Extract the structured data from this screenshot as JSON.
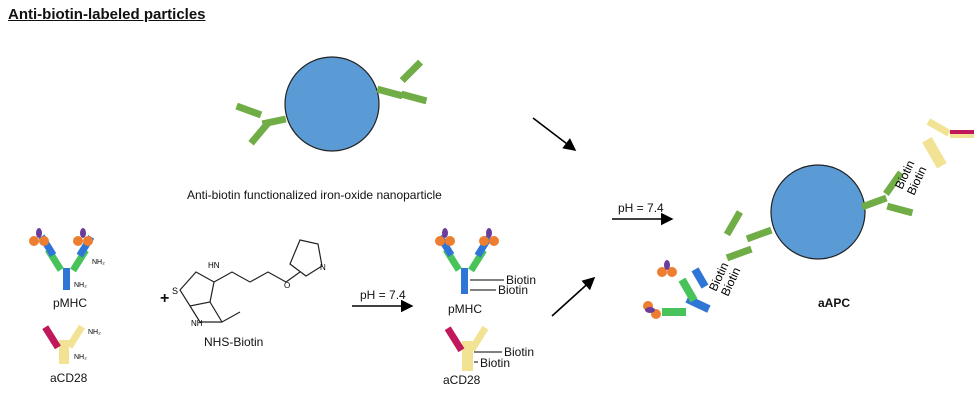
{
  "title": "Anti-biotin-labeled particles",
  "labels": {
    "nanoparticle": "Anti-biotin functionalized iron-oxide nanoparticle",
    "ph_upper": "pH = 7.4",
    "ph_lower": "pH = 7.4",
    "pmhc_left": "pMHC",
    "acd28_left": "aCD28",
    "nhs_biotin": "NHS-Biotin",
    "plus": "+",
    "pmhc_mid": "pMHC",
    "acd28_mid": "aCD28",
    "biotin": "Biotin",
    "aapc": "aAPC",
    "nh2": "NH₂",
    "s_atom": "S",
    "hn": "HN",
    "nh": "NH",
    "n_atom": "N",
    "o_atom": "O"
  },
  "colors": {
    "particle": "#5b9bd5",
    "anti_biotin_antibody": "#70ad47",
    "pmhc_chain": "#2e75d6",
    "pmhc_green": "#47c35a",
    "peptide_orange": "#ed7d31",
    "peptide_purple": "#6a3d9a",
    "acd28_yellow": "#f2e394",
    "acd28_red": "#c0185a"
  }
}
